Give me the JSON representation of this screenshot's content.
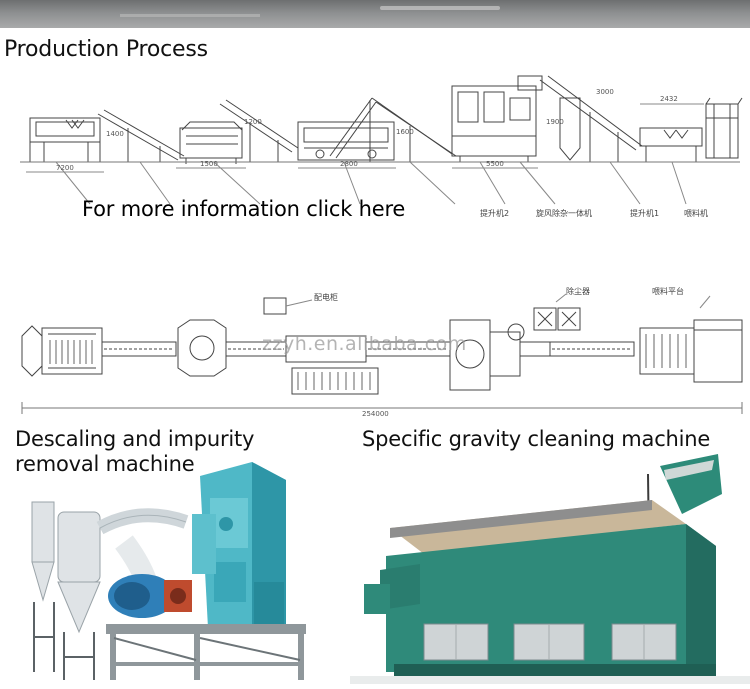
{
  "heading": "Production Process",
  "link_text": "For more information click here",
  "watermark": "zzyh.en.alibaba.com",
  "drawing_top": {
    "labels": [
      "提升机2",
      "旋风除杂一体机",
      "提升机1",
      "喂料机"
    ],
    "dims": [
      "7200",
      "1400",
      "1500",
      "1200",
      "2800",
      "1600",
      "5500",
      "2432",
      "3000",
      "1900"
    ]
  },
  "drawing_bottom": {
    "labels": [
      "配电柜",
      "除尘器",
      "喂料平台"
    ],
    "total_length": "254000"
  },
  "captions": {
    "left_line1": "Descaling and impurity",
    "left_line2": "removal machine",
    "right": "Specific gravity cleaning machine"
  },
  "colors": {
    "machine_teal": "#3aa7b8",
    "machine_green": "#2f8a7a",
    "line_art": "#444444"
  }
}
